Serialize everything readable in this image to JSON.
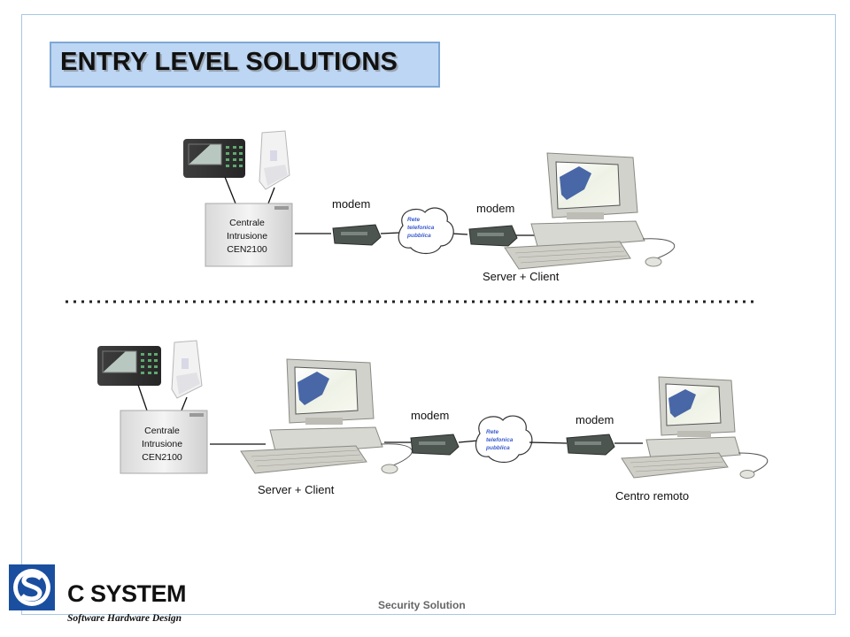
{
  "title": "ENTRY LEVEL SOLUTIONS",
  "top_diagram": {
    "panel_label_line1": "Centrale",
    "panel_label_line2": "Intrusione",
    "panel_label_line3": "CEN2100",
    "modem_left": "modem",
    "modem_right": "modem",
    "cloud_line1": "Rete",
    "cloud_line2": "telefonica",
    "cloud_line3": "pubblica",
    "computer_label": "Server + Client"
  },
  "bottom_diagram": {
    "panel_label_line1": "Centrale",
    "panel_label_line2": "Intrusione",
    "panel_label_line3": "CEN2100",
    "computer_label": "Server + Client",
    "modem_left": "modem",
    "modem_right": "modem",
    "cloud_line1": "Rete",
    "cloud_line2": "telefonica",
    "cloud_line3": "pubblica",
    "remote_label": "Centro remoto"
  },
  "footer": "Security Solution",
  "logo": {
    "name": "C SYSTEM",
    "tagline": "Software Hardware Design"
  },
  "colors": {
    "title_fill": "#bcd6f3",
    "title_border": "#7fa7d6",
    "frame_border": "#a9c8e4",
    "cloud_text": "#3a5bd0",
    "logo_blue": "#1a4fa0"
  }
}
